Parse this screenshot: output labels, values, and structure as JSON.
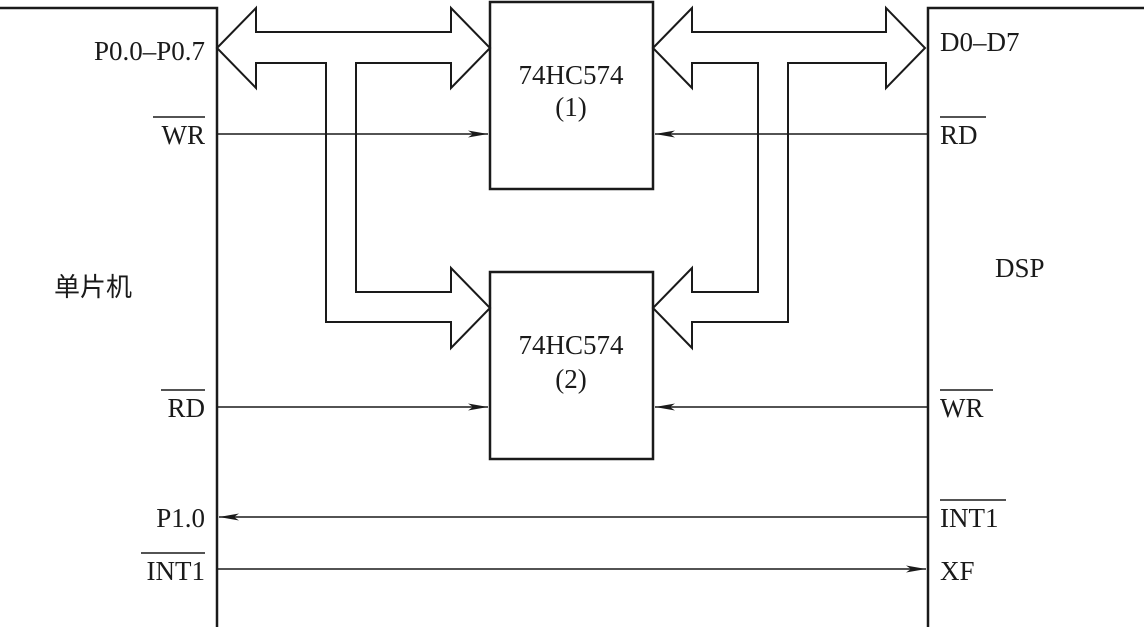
{
  "left_block": {
    "label": "单片机"
  },
  "right_block": {
    "label": "DSP"
  },
  "latch1": {
    "name": "74HC574",
    "index": "(1)"
  },
  "latch2": {
    "name": "74HC574",
    "index": "(2)"
  },
  "left_pins": {
    "bus": "P0.0–P0.7",
    "wr": "WR",
    "rd": "RD",
    "p10": "P1.0",
    "int1": "INT1"
  },
  "right_pins": {
    "bus": "D0–D7",
    "rd": "RD",
    "wr": "WR",
    "int1": "INT1",
    "xf": "XF"
  }
}
